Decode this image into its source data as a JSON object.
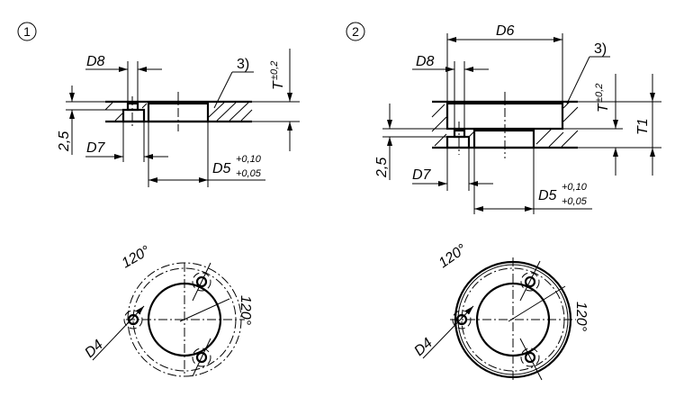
{
  "variants": [
    {
      "number": "1",
      "labels": {
        "d8": "D8",
        "d7": "D7",
        "d5": "D5",
        "d5_upper": "+0,10",
        "d5_lower": "+0,05",
        "t": "T",
        "t_tol": "±0,2",
        "depth": "2,5",
        "note": "3)",
        "angle1": "120°",
        "angle2": "120°",
        "d4": "D4"
      }
    },
    {
      "number": "2",
      "labels": {
        "d6": "D6",
        "d8": "D8",
        "d7": "D7",
        "d5": "D5",
        "d5_upper": "+0,10",
        "d5_lower": "+0,05",
        "t": "T",
        "t_tol": "±0,2",
        "t1": "T1",
        "depth": "2,5",
        "note": "3)",
        "angle1": "120°",
        "angle2": "120°",
        "d4": "D4"
      }
    }
  ]
}
